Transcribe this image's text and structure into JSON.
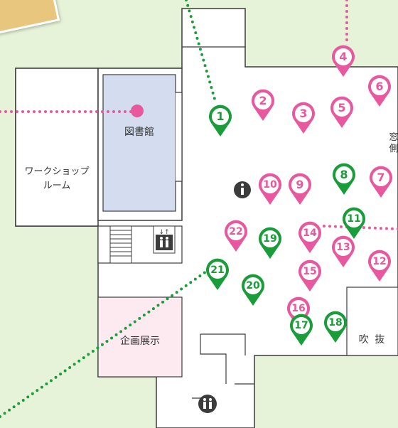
{
  "colors": {
    "background": "#e7f3d9",
    "library": "#d3ddef",
    "exhibition": "#fdeaf1",
    "pink": "#e8589e",
    "green": "#1a9c3b",
    "wall": "#3c3c3c"
  },
  "rooms": {
    "workshop": "ワークショップ\nルーム",
    "library": "図書館",
    "exhibition": "企画展示",
    "atrium": "吹 抜",
    "window_side": "窓\n側"
  },
  "icons": {
    "info": "information-icon",
    "elevator": "elevator-icon",
    "restroom": "restroom-icon"
  },
  "markers": [
    {
      "number": "1",
      "color": "green"
    },
    {
      "number": "2",
      "color": "pink"
    },
    {
      "number": "3",
      "color": "pink"
    },
    {
      "number": "4",
      "color": "pink"
    },
    {
      "number": "5",
      "color": "pink"
    },
    {
      "number": "6",
      "color": "pink"
    },
    {
      "number": "7",
      "color": "pink"
    },
    {
      "number": "8",
      "color": "green"
    },
    {
      "number": "9",
      "color": "pink"
    },
    {
      "number": "10",
      "color": "pink"
    },
    {
      "number": "11",
      "color": "green"
    },
    {
      "number": "12",
      "color": "pink"
    },
    {
      "number": "13",
      "color": "pink"
    },
    {
      "number": "14",
      "color": "pink"
    },
    {
      "number": "15",
      "color": "pink"
    },
    {
      "number": "16",
      "color": "pink"
    },
    {
      "number": "17",
      "color": "green"
    },
    {
      "number": "18",
      "color": "green"
    },
    {
      "number": "19",
      "color": "green"
    },
    {
      "number": "20",
      "color": "green"
    },
    {
      "number": "21",
      "color": "green"
    },
    {
      "number": "22",
      "color": "pink"
    }
  ]
}
